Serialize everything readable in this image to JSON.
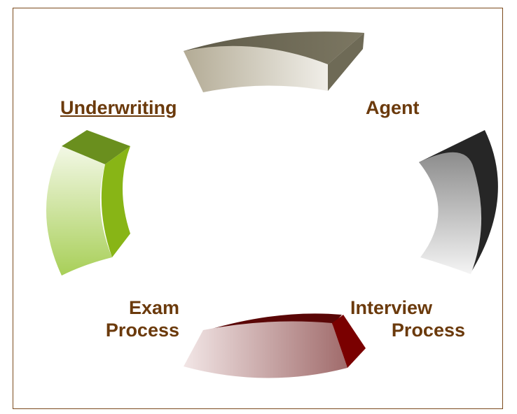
{
  "diagram": {
    "labels": {
      "underwriting": "Underwriting",
      "agent": "Agent",
      "exam_line1": "Exam",
      "exam_line2": "Process",
      "interview_line1": "Interview",
      "interview_line2": "Process"
    },
    "segment_colors": {
      "top": "#8a8570",
      "agent": "#3a3a3a",
      "interview": "#7a0a0a",
      "underwriting": "#86b21a"
    }
  }
}
